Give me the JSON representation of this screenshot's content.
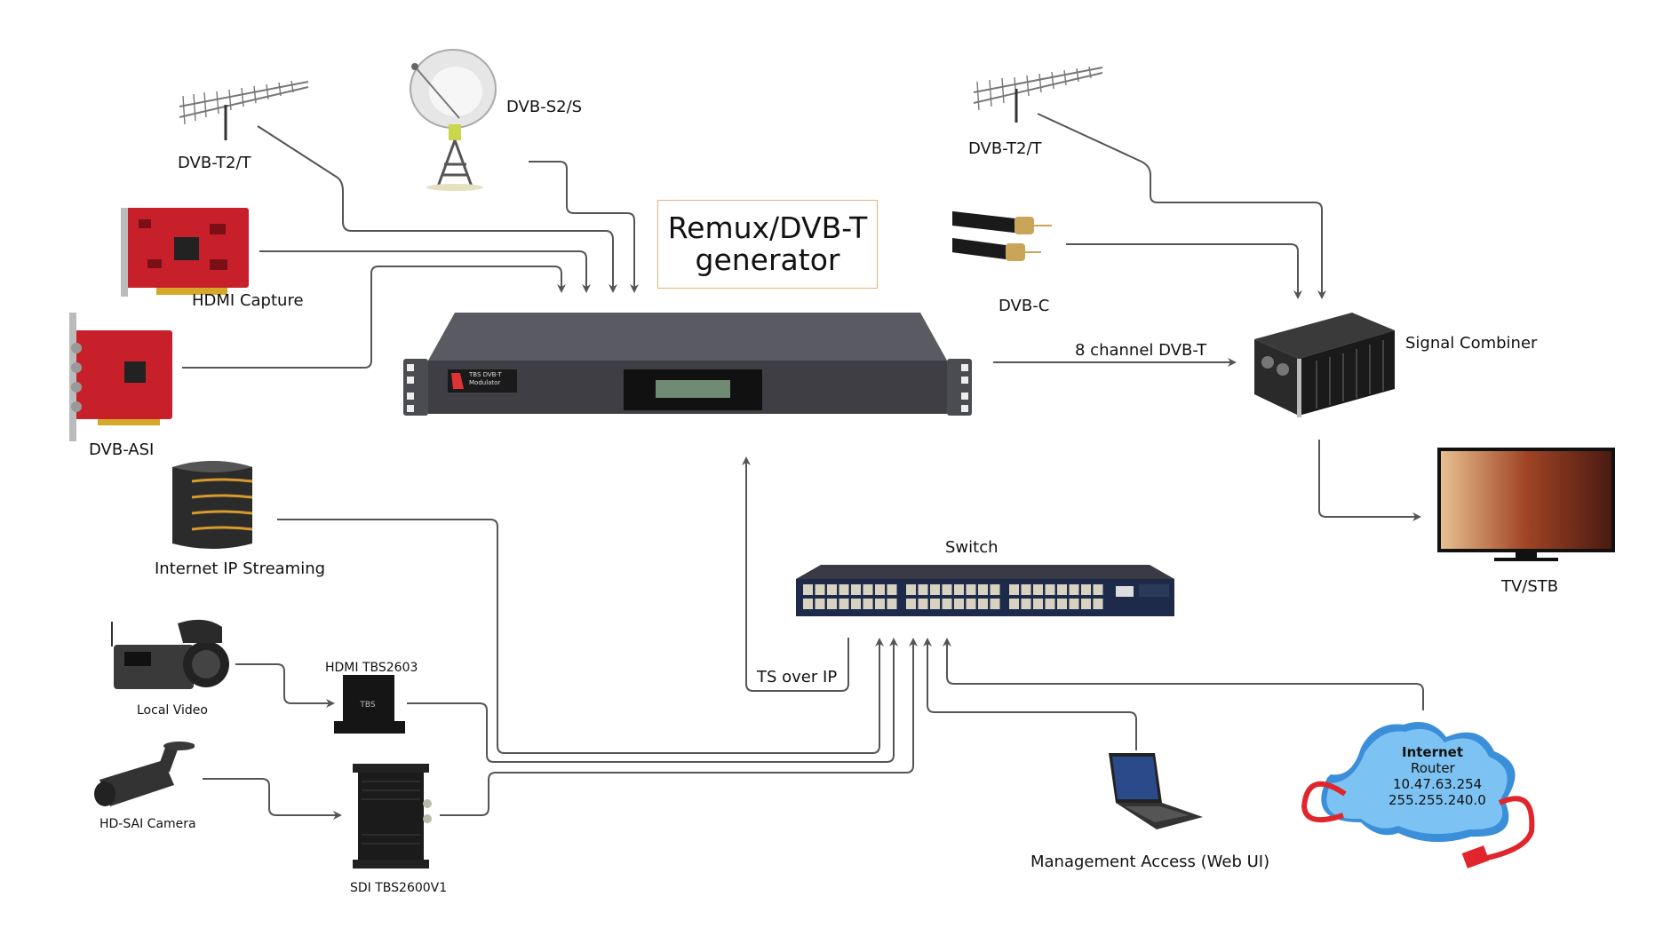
{
  "title": {
    "line1": "Remux/DVB-T",
    "line2": "generator"
  },
  "modulator": {
    "brand_line1": "TBS DVB-T",
    "brand_line2": "Modulator"
  },
  "inputs": {
    "dvb_t2_left": "DVB-T2/T",
    "dvb_s2": "DVB-S2/S",
    "hdmi_capture": "HDMI Capture",
    "dvb_asi": "DVB-ASI",
    "ip_streaming": "Internet IP Streaming",
    "local_video": "Local Video",
    "hdmi_encoder": "HDMI  TBS2603",
    "hd_sai_camera": "HD-SAI Camera",
    "sdi_encoder": "SDI  TBS2600V1"
  },
  "outputs": {
    "dvb_t2_right": "DVB-T2/T",
    "dvb_c": "DVB-C",
    "link_8ch": "8 channel DVB-T",
    "signal_combiner": "Signal Combiner",
    "tv_stb": "TV/STB"
  },
  "network": {
    "switch": "Switch",
    "ts_over_ip": "TS over IP",
    "management": "Management Access (Web UI)",
    "router": {
      "title": "Internet",
      "subtitle": "Router",
      "ip": "10.47.63.254",
      "mask": "255.255.240.0"
    }
  },
  "colors": {
    "wire": "#555555",
    "title_border": "#e8b27a",
    "card_red": "#c8202a",
    "cloud": "#3a8fd8",
    "cable_red": "#e0262c"
  }
}
